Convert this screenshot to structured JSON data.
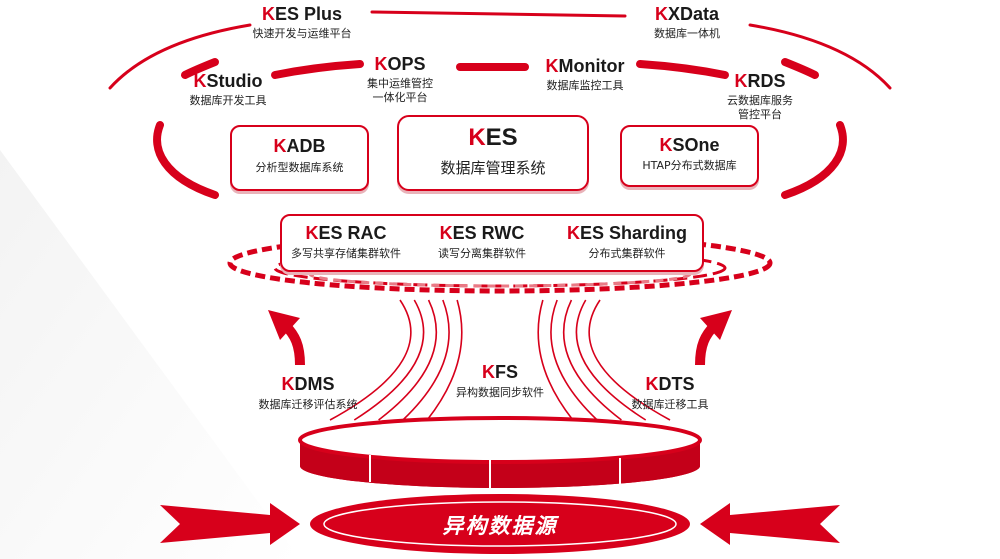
{
  "colors": {
    "accent": "#d7001b",
    "accent_light": "#f2c7cc",
    "ink": "#1a1a1a"
  },
  "logo_prefix": "K",
  "outer_ring": [
    {
      "id": "kes_plus",
      "brand": "ES Plus",
      "desc": "快速开发与运维平台"
    },
    {
      "id": "kxdata",
      "brand": "XData",
      "desc": "数据库一体机"
    },
    {
      "id": "kops",
      "brand": "OPS",
      "desc_lines": [
        "集中运维管控",
        "一体化平台"
      ]
    },
    {
      "id": "kmonitor",
      "brand": "Monitor",
      "desc": "数据库监控工具"
    },
    {
      "id": "kstudio",
      "brand": "Studio",
      "desc": "数据库开发工具"
    },
    {
      "id": "krds",
      "brand": "RDS",
      "desc_lines": [
        "云数据库服务",
        "管控平台"
      ]
    }
  ],
  "core_row": [
    {
      "id": "kadb",
      "brand": "ADB",
      "desc": "分析型数据库系统"
    },
    {
      "id": "kes",
      "brand": "ES",
      "desc": "数据库管理系统"
    },
    {
      "id": "ksone",
      "brand": "SOne",
      "desc": "HTAP分布式数据库"
    }
  ],
  "cluster_row": [
    {
      "id": "kes_rac",
      "brand": "ES RAC",
      "desc": "多写共享存储集群软件"
    },
    {
      "id": "kes_rwc",
      "brand": "ES RWC",
      "desc": "读写分离集群软件"
    },
    {
      "id": "kes_sharding",
      "brand": "ES Sharding",
      "desc": "分布式集群软件"
    }
  ],
  "tools_row": [
    {
      "id": "kdms",
      "brand": "DMS",
      "desc": "数据库迁移评估系统"
    },
    {
      "id": "kfs",
      "brand": "FS",
      "desc": "异构数据同步软件"
    },
    {
      "id": "kdts",
      "brand": "DTS",
      "desc": "数据库迁移工具"
    }
  ],
  "source_label": "异构数据源"
}
